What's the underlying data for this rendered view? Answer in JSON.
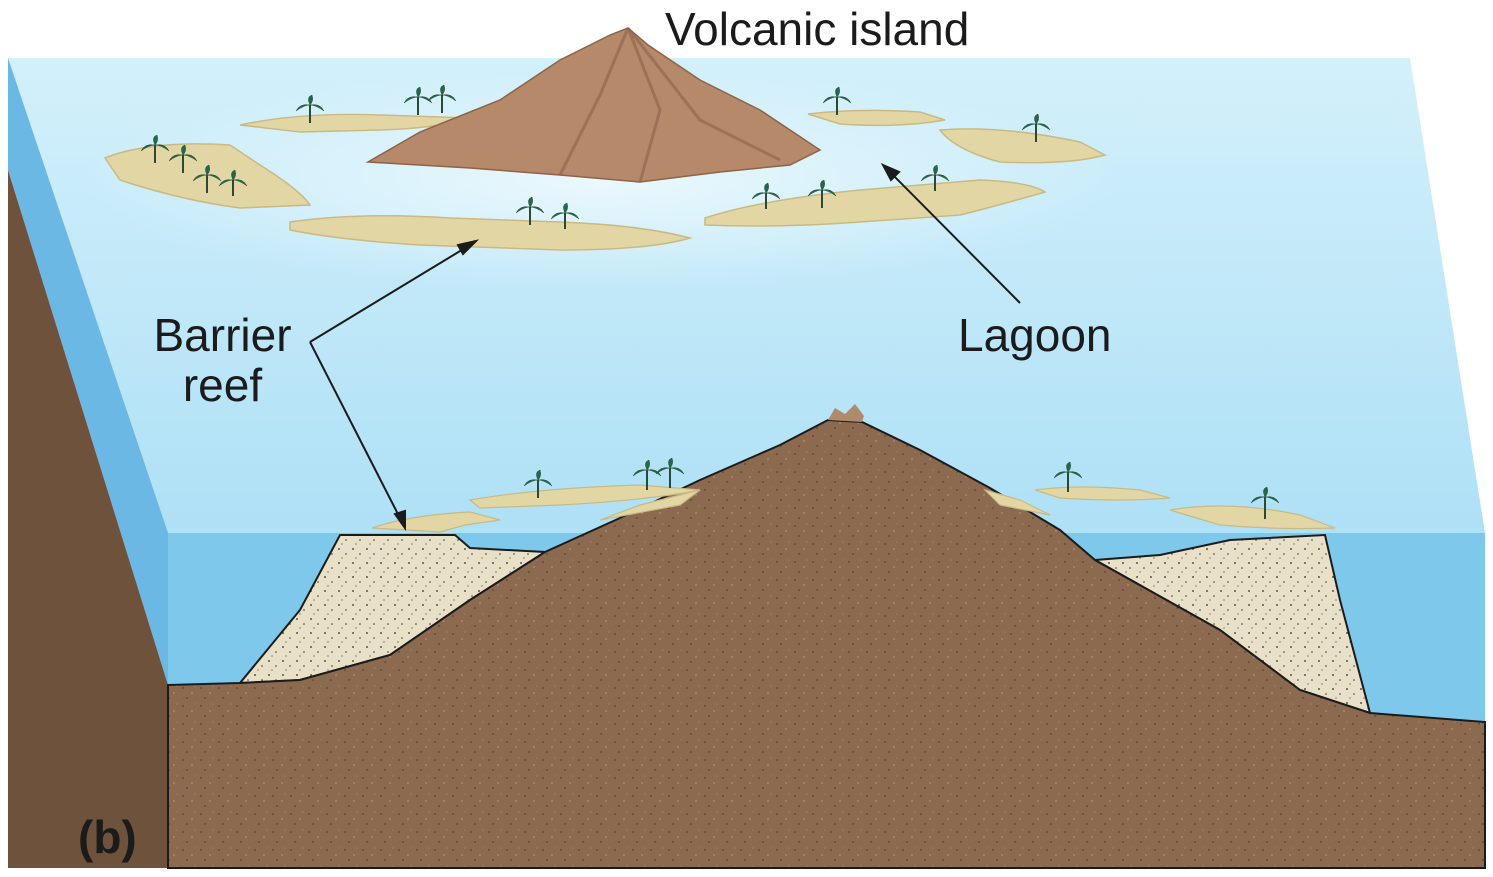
{
  "diagram": {
    "title": "Volcanic island",
    "labels": {
      "lagoon": "Lagoon",
      "barrier_line1": "Barrier",
      "barrier_line2": "reef",
      "panel": "(b)"
    },
    "colors": {
      "water_surface": "#c9ebf8",
      "water_side": "#7ec8ec",
      "rock": "#8c6a4f",
      "rock_dark": "#6f523c",
      "reef_sand": "#e8e1c8",
      "island_sand": "#e2d7a4",
      "volcano": "#b5896a",
      "palm_leaf": "#1f6a4a",
      "outline": "#1b1b1b"
    }
  }
}
